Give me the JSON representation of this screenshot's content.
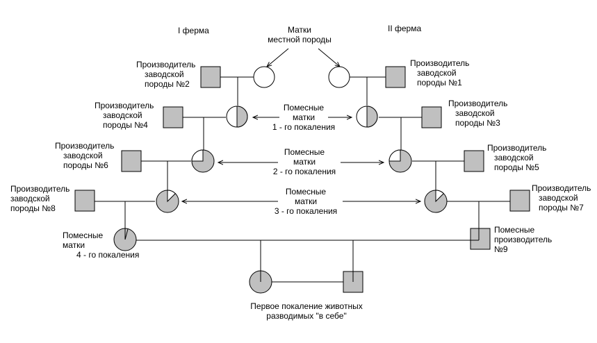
{
  "farm_labels": {
    "farm1": "I ферма",
    "farm2": "II ферма"
  },
  "local_dams": [
    "Матки",
    "местной породы"
  ],
  "sires": {
    "s1": [
      "Производитель",
      "заводской",
      "породы №1"
    ],
    "s2": [
      "Производитель",
      "заводской",
      "породы №2"
    ],
    "s3": [
      "Производитель",
      "заводской",
      "породы №3"
    ],
    "s4": [
      "Производитель",
      "заводской",
      "породы №4"
    ],
    "s5": [
      "Производитель",
      "заводской",
      "породы №5"
    ],
    "s6": [
      "Производитель",
      "заводской",
      "породы №6"
    ],
    "s7": [
      "Производитель",
      "заводской",
      "породы №7"
    ],
    "s8": [
      "Производитель",
      "заводской",
      "породы №8"
    ]
  },
  "generations": {
    "g1": [
      "Помесные",
      "матки",
      "1 - го покаления"
    ],
    "g2": [
      "Помесные",
      "матки",
      "2 - го покаления"
    ],
    "g3": [
      "Помесные",
      "матки",
      "3 - го покаления"
    ],
    "g4": [
      "Помесные",
      "матки",
      "4 - го покаления"
    ]
  },
  "crossbred_sire": [
    "Помесные",
    "производитель",
    "№9"
  ],
  "first_generation": [
    "Первое покаление животных",
    "разводимых \"в себе\""
  ],
  "colors": {
    "fill": "#c0c0c0",
    "stroke": "#000000"
  }
}
